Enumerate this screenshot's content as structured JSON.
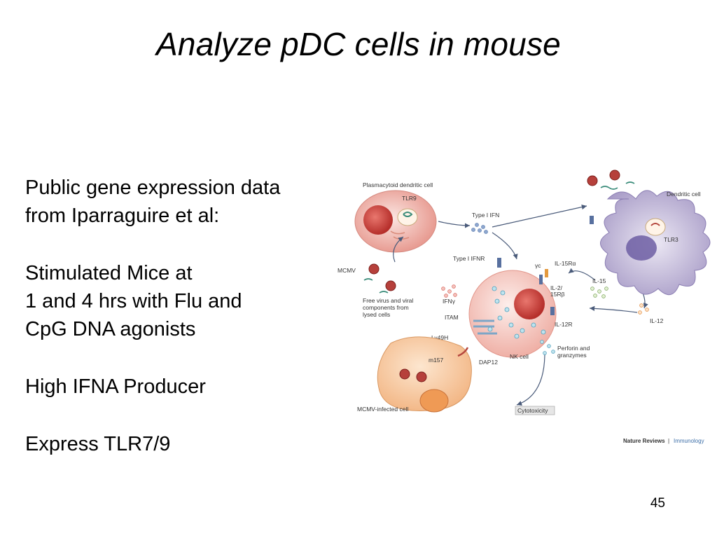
{
  "slide": {
    "title": "Analyze pDC cells in mouse",
    "page_number": "45"
  },
  "body": {
    "para1_line1": "Public gene expression data",
    "para1_line2": "from Iparraguire et al:",
    "para2_line1": "Stimulated Mice at",
    "para2_line2": "1 and 4 hrs with Flu and",
    "para2_line3": "CpG DNA agonists",
    "para3_line1": "High IFNA Producer",
    "para4_line1": "Express TLR7/9"
  },
  "figure": {
    "labels": {
      "pdc": "Plasmacytoid dendritic cell",
      "tlr9": "TLR9",
      "type1_ifn": "Type I IFN",
      "type1_ifnr": "Type I IFNR",
      "mcmv": "MCMV",
      "free_virus_1": "Free virus and viral",
      "free_virus_2": "components from",
      "free_virus_3": "lysed cells",
      "ifng": "IFNγ",
      "itam": "ITAM",
      "ly49h": "Ly49H",
      "m157": "m157",
      "dap12": "DAP12",
      "nk_cell": "NK cell",
      "gamma_c": "γc",
      "il15ra": "IL-15Rα",
      "il2_15rb_1": "IL-2/",
      "il2_15rb_2": "15Rβ",
      "il12r": "IL-12R",
      "il15": "IL-15",
      "il12": "IL-12",
      "dendritic_cell": "Dendritic cell",
      "tlr3": "TLR3",
      "perforin_1": "Perforin and",
      "perforin_2": "granzymes",
      "mcmv_infected": "MCMV-infected cell",
      "cytotoxicity": "Cytotoxicity"
    },
    "credit_brand": "Nature Reviews",
    "credit_sep": " | ",
    "credit_journal": "Immunology"
  }
}
